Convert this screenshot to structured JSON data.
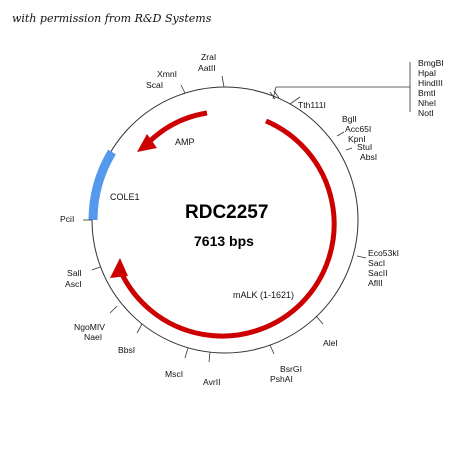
{
  "credit": "with permission from R&D Systems",
  "plasmid": {
    "name": "RDC2257",
    "size": "7613 bps"
  },
  "features": {
    "amp": "AMP",
    "cole1": "COLE1",
    "malk": "mALK (1-1621)"
  },
  "sites": {
    "zral": "ZraI",
    "aatii": "AatII",
    "xmni": "XmnI",
    "scai": "ScaI",
    "tth111i": "Tth111I",
    "bglii": "BglI",
    "acc65i": "Acc65I",
    "kpni": "KpnI",
    "stui": "StuI",
    "absi": "AbsI",
    "eco53ki": "Eco53kI",
    "saci": "SacI",
    "sacii": "SacII",
    "aflii": "AflII",
    "alei": "AleI",
    "bsrgi": "BsrGI",
    "pshai": "PshAI",
    "avrii": "AvrII",
    "msci": "MscI",
    "bbsi": "BbsI",
    "ngomiv": "NgoMIV",
    "naei": "NaeI",
    "sali": "SalI",
    "asci": "AscI",
    "pcii": "PciI"
  },
  "mcs": [
    "BmgBI",
    "HpaI",
    "HindIII",
    "BmtI",
    "NheI",
    "NotI"
  ],
  "colors": {
    "insert": "#cc0000",
    "ori": "#5599ee",
    "backbone": "#333333"
  }
}
